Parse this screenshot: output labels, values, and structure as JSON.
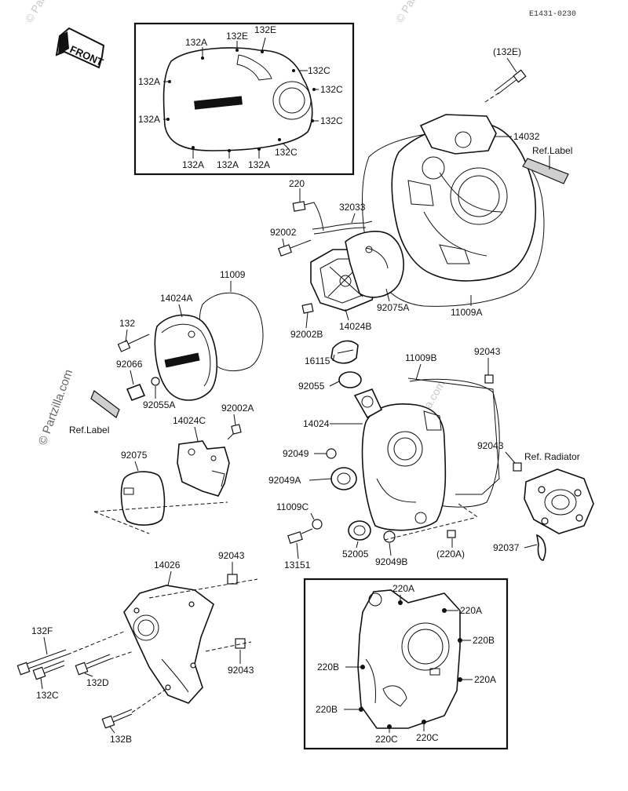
{
  "diagram_code": "E1431-0230",
  "watermark": "© Partzilla.com",
  "front_sign": "FRONT",
  "labels": {
    "l132E_top": "(132E)",
    "l14032": "14032",
    "lRefLabel1": "Ref.Label",
    "l220_a": "220",
    "l32033": "32033",
    "l92002": "92002",
    "l11009": "11009",
    "l14024A": "14024A",
    "l132": "132",
    "l92066": "92066",
    "l92055A": "92055A",
    "lRefLabel2": "Ref.Label",
    "l92075A": "92075A",
    "l11009A": "11009A",
    "l92002B": "92002B",
    "l14024B": "14024B",
    "l16115": "16115",
    "l11009B": "11009B",
    "l92043_a": "92043",
    "l92055": "92055",
    "l14024": "14024",
    "l92049": "92049",
    "l92049A": "92049A",
    "l11009C": "11009C",
    "l92043_b": "92043",
    "lRefRadiator": "Ref. Radiator",
    "l14024C": "14024C",
    "l92002A": "92002A",
    "l92075": "92075",
    "l13151": "13151",
    "l52005": "52005",
    "l92049B": "92049B",
    "l220A_paren": "(220A)",
    "l92037": "92037",
    "l14026": "14026",
    "l92043_c": "92043",
    "l132F": "132F",
    "l132C_b": "132C",
    "l132D": "132D",
    "l92043_d": "92043",
    "l132B": "132B"
  },
  "inset_top": {
    "labels": [
      "132A",
      "132E",
      "132E",
      "132A",
      "132C",
      "132C",
      "132A",
      "132C",
      "132A",
      "132A",
      "132A",
      "132C"
    ]
  },
  "inset_bottom": {
    "labels": [
      "220A",
      "220A",
      "220B",
      "220B",
      "220A",
      "220B",
      "220C",
      "220C"
    ]
  }
}
